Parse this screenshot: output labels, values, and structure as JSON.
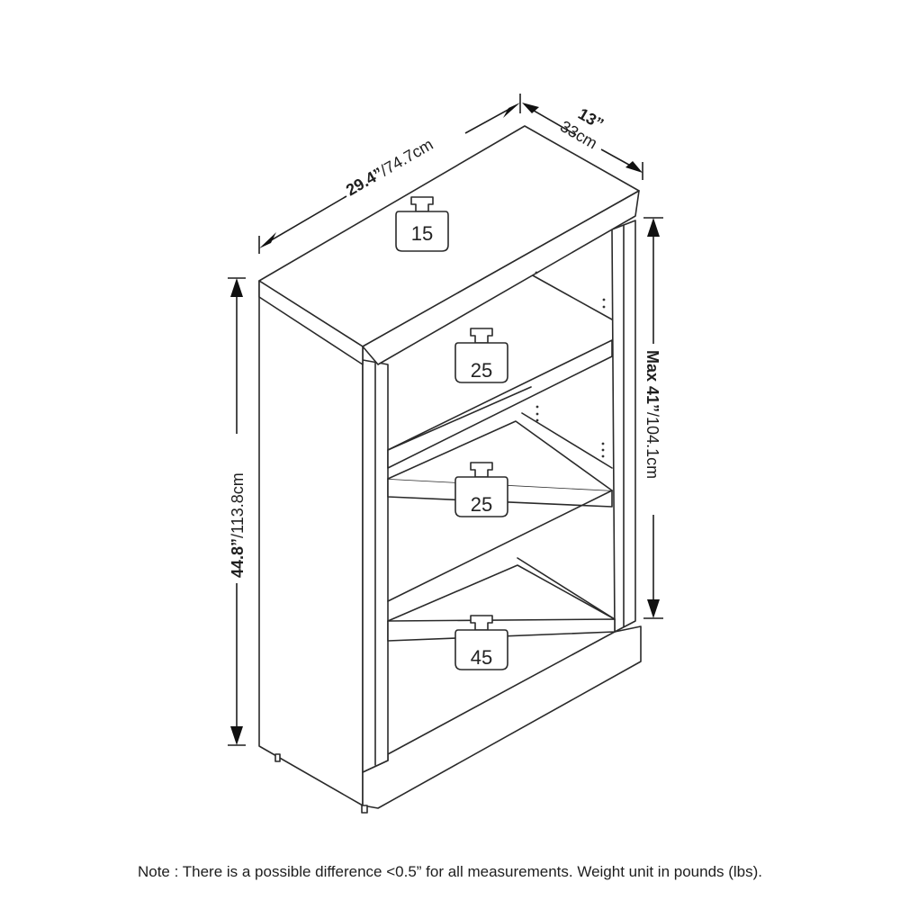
{
  "dimensions": {
    "width": {
      "imperial": "29.4”",
      "metric": "/74.7cm"
    },
    "depth": {
      "imperial": "13”",
      "metric": "33cm"
    },
    "height": {
      "imperial": "44.8”",
      "metric": "/113.8cm"
    },
    "shelf_max": {
      "imperial": "Max 41”",
      "metric": "/104.1cm"
    }
  },
  "weights": [
    {
      "location": "top",
      "value": "15"
    },
    {
      "location": "shelf-upper",
      "value": "25"
    },
    {
      "location": "shelf-middle",
      "value": "25"
    },
    {
      "location": "shelf-bottom",
      "value": "45"
    }
  ],
  "note": "Note : There is a possible difference <0.5” for all measurements. Weight unit in pounds (lbs)."
}
